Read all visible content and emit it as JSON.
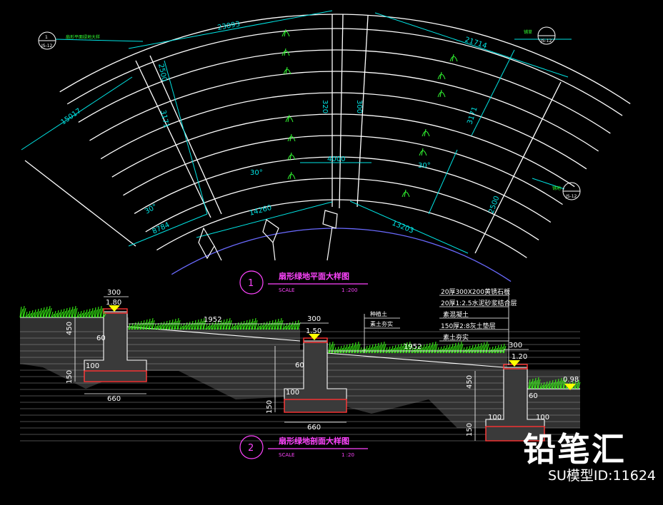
{
  "colors": {
    "bg": "#000000",
    "line": "#ffffff",
    "dim": "#00e5e5",
    "text_green": "#33ff33",
    "grass": "#39ff14",
    "title": "#ff44ff",
    "earth": "#8a8a8a",
    "wall_red": "#ff3333",
    "level": "#ffff00"
  },
  "plan": {
    "dims": {
      "d1": "23093",
      "d2": "21714",
      "d3": "15017",
      "d4": "14260",
      "d5": "13203",
      "d6": "8784",
      "d7": "4000",
      "d8": "320",
      "d9": "300",
      "d10": "3171",
      "d11": "3171",
      "d12": "2500",
      "d13": "2500"
    },
    "angles": {
      "a1": "30°",
      "a2": "30°",
      "a3": "30°"
    },
    "callouts": {
      "left_sym": "1",
      "left_ref": "JS-12",
      "left_label": "扇形平面绿地大样",
      "right_top_ref": "JS-12",
      "right_top_label": "铺草",
      "right_mid_ref": "JS-12",
      "right_mid_label": "铺地"
    }
  },
  "title1": {
    "num": "1",
    "text": "扇形绿地平面大样图",
    "scale_label": "SCALE",
    "scale_val": "1 :200"
  },
  "section": {
    "dims": {
      "w1": "300",
      "w2": "1952",
      "w3": "300",
      "w4": "1952",
      "w5": "300",
      "w6": "660",
      "w7": "660",
      "h1": "450",
      "h2": "100",
      "h3": "60",
      "h4": "150",
      "h5": "100",
      "h6": "60",
      "h7": "150",
      "h8": "450",
      "h9": "100",
      "h10": "60",
      "h11": "150",
      "h12": "100"
    },
    "levels": {
      "l1": "1.80",
      "l2": "1.50",
      "l3": "1.20",
      "l4": "0.98"
    },
    "notes": [
      "20厚300X200黄锈石板",
      "20厚1:2.5水泥砂浆结合层",
      "素混凝土",
      "150厚2:8灰土垫层",
      "素土夯实"
    ],
    "mid_notes": [
      "种植土",
      "素土夯实"
    ]
  },
  "title2": {
    "num": "2",
    "text": "扇形绿地剖面大样图",
    "scale_label": "SCALE",
    "scale_val": "1 :20"
  },
  "watermark": {
    "logo": "铅笔汇",
    "id": "SU模型ID:11624"
  }
}
